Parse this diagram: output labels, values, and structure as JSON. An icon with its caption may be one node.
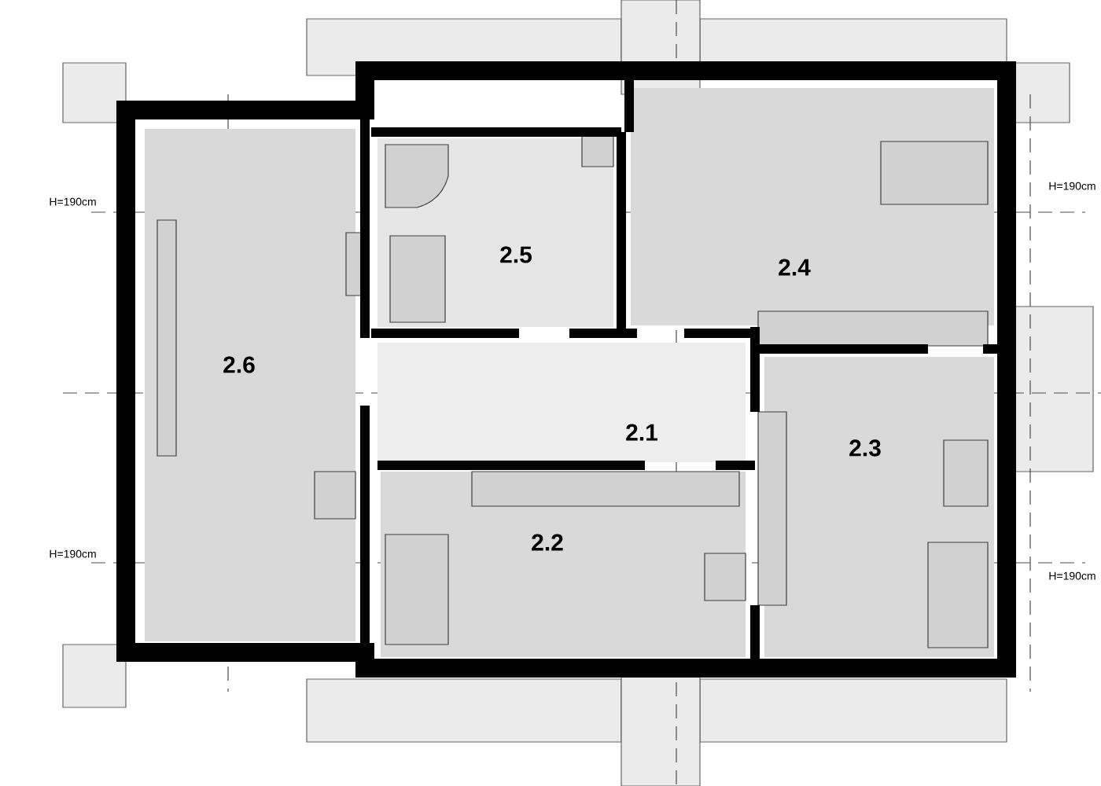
{
  "diagram": {
    "nodes": [
      {
        "text": [
          "2.6"
        ]
      },
      {
        "text": [
          "2.5"
        ]
      },
      {
        "text": [
          "2.4"
        ]
      },
      {
        "text": [
          "2.1"
        ]
      },
      {
        "text": [
          "2.3"
        ]
      },
      {
        "text": [
          "2.2"
        ]
      }
    ],
    "labels": [
      "H=190cm",
      "H=190cm",
      "H=190cm",
      "H=190cm"
    ]
  }
}
